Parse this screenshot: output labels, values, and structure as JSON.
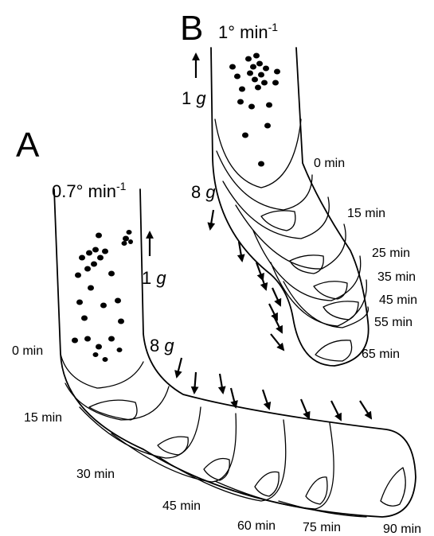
{
  "panel_a": {
    "label": "A",
    "rate": "0.7° min",
    "rate_sup": "-1",
    "gravity_up": "1",
    "gravity_down": "8",
    "g_unit": "g",
    "times": [
      "0 min",
      "15 min",
      "30 min",
      "45 min",
      "60 min",
      "75 min",
      "90 min"
    ]
  },
  "panel_b": {
    "label": "B",
    "rate": "1° min",
    "rate_sup": "-1",
    "gravity_up": "1",
    "gravity_down": "8",
    "g_unit": "g",
    "times": [
      "0 min",
      "15 min",
      "25 min",
      "35 min",
      "45 min",
      "55 min",
      "65 min"
    ]
  }
}
